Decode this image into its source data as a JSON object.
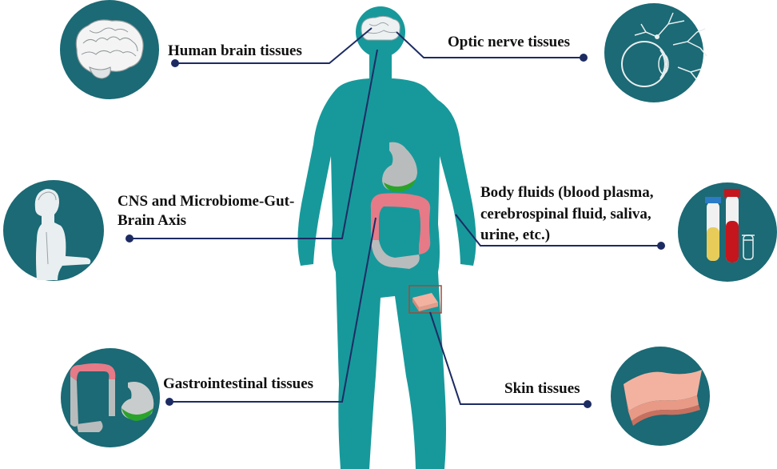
{
  "labels": {
    "brain": "Human brain tissues",
    "optic": "Optic nerve tissues",
    "cns": [
      "CNS and Microbiome-Gut-",
      "Brain Axis"
    ],
    "fluids": [
      "Body fluids (blood plasma,",
      "cerebrospinal fluid, saliva,",
      "urine, etc.)"
    ],
    "gi": "Gastrointestinal tissues",
    "skin": "Skin tissues"
  },
  "colors": {
    "body": "#17999b",
    "circle": "#1b6a75",
    "connector": "#1d2b63",
    "stomach": "#b9bcbc",
    "intestine": "#e67a87",
    "bile": "#2aa32a",
    "skin": "#f3b2a0"
  },
  "icons": {
    "brain": "brain-icon",
    "optic": "eye-neuron-icon",
    "cns": "seated-person-icon",
    "fluids": "blood-tube-icon",
    "gi": "gut-icon",
    "skin": "skin-layer-icon"
  }
}
